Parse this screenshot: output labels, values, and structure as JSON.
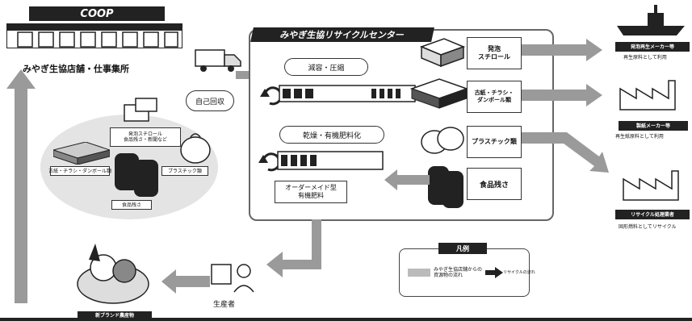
{
  "store": {
    "sign": "COOP",
    "caption": "みやぎ生協店舗・仕事集所"
  },
  "self_collection": "自己回収",
  "center": {
    "title": "みやぎ生協リサイクルセンター",
    "stage1": "減容・圧縮",
    "stage2": "乾燥・有機肥料化",
    "machine_label": "オーダーメイド型\n有機肥料",
    "outputs": [
      {
        "label": "発泡\nスチロール"
      },
      {
        "label": "古紙・チラシ・\nダンボール類"
      },
      {
        "label": "プラスチック類"
      },
      {
        "label": "食品残さ"
      }
    ]
  },
  "destinations": [
    {
      "name": "発泡再生メーカー等",
      "note": "再生原料として利用"
    },
    {
      "name": "製紙メーカー等",
      "note": "再生紙原料として利用"
    },
    {
      "name": "リサイクル処理業者",
      "note": "固形燃料としてリサイクル"
    }
  ],
  "collected": {
    "box1": "発泡スチロール\n食品残さ・新聞など",
    "item_labels": [
      "古紙・チラシ・ダンボール類",
      "プラスチック類",
      "食品残さ"
    ]
  },
  "farm": {
    "label": "生産者"
  },
  "produce_label": "新ブランド農産物",
  "legend": {
    "title": "凡例",
    "item1": "みやぎ生協店舗からの\n資源物の流れ",
    "item2": "リサイクルの流れ"
  },
  "colors": {
    "arrow": "#9a9a9a",
    "dark": "#222222"
  }
}
